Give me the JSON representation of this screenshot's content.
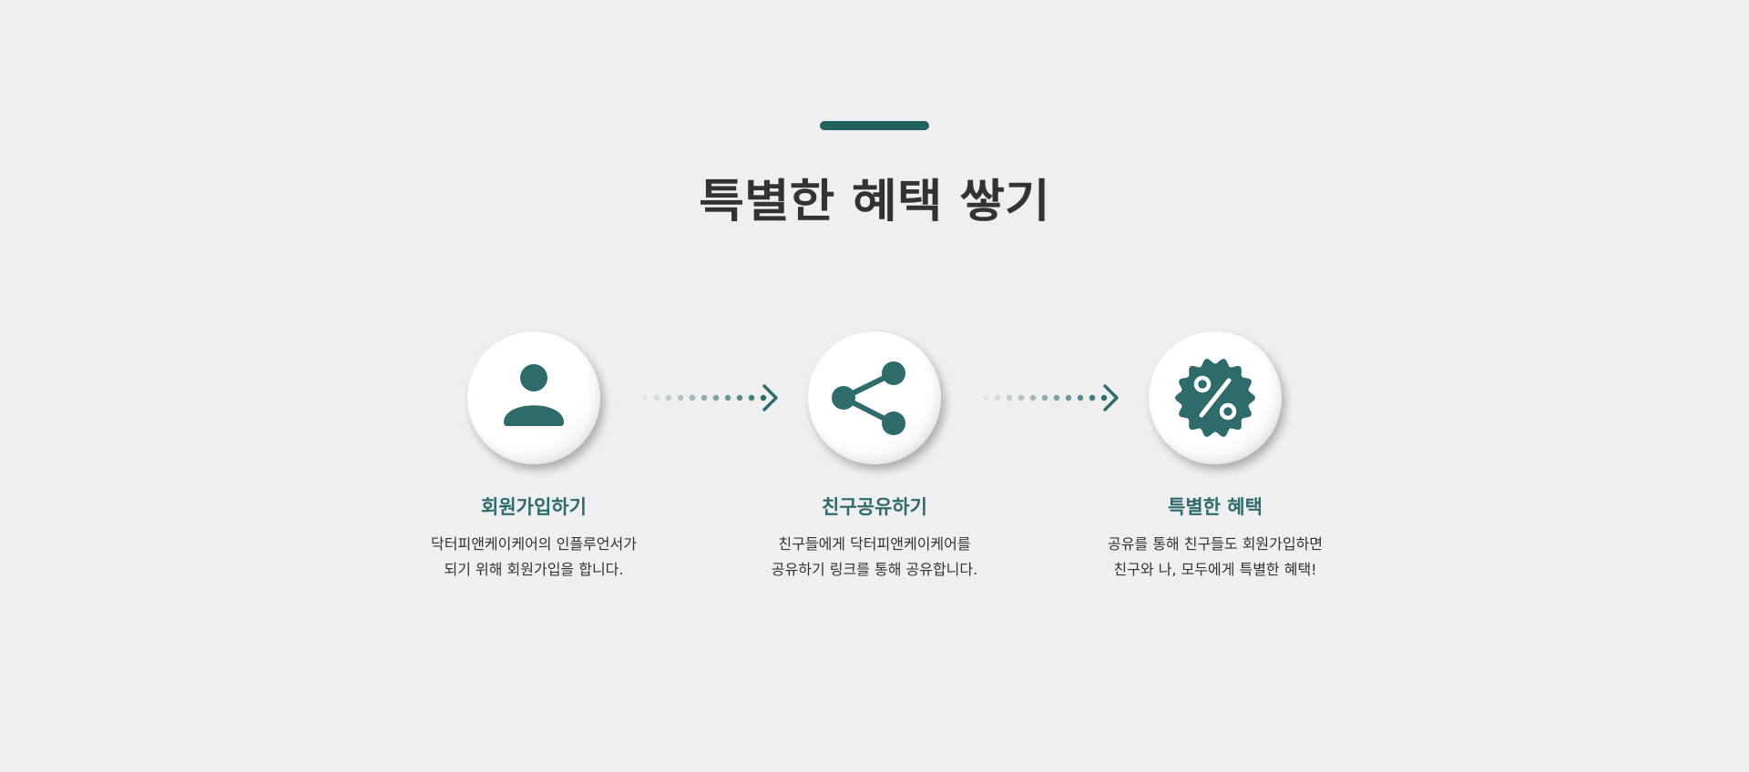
{
  "colors": {
    "accent": "#2e6b6b",
    "title_bar": "#21625f",
    "background": "#efefef",
    "title_text": "#333333"
  },
  "section": {
    "title": "특별한 혜택 쌓기"
  },
  "steps": [
    {
      "icon": "user-icon",
      "title": "회원가입하기",
      "desc_line1": "닥터피앤케이케어의 인플루언서가",
      "desc_line2": "되기 위해 회원가입을 합니다."
    },
    {
      "icon": "share-icon",
      "title": "친구공유하기",
      "desc_line1": "친구들에게 닥터피앤케이케어를",
      "desc_line2": "공유하기 링크를 통해 공유합니다."
    },
    {
      "icon": "discount-badge-icon",
      "title": "특별한 혜택",
      "desc_line1": "공유를 통해 친구들도 회원가입하면",
      "desc_line2": "친구와 나, 모두에게 특별한 혜택!"
    }
  ],
  "connectors": [
    "dotted-arrow-icon",
    "dotted-arrow-icon"
  ]
}
